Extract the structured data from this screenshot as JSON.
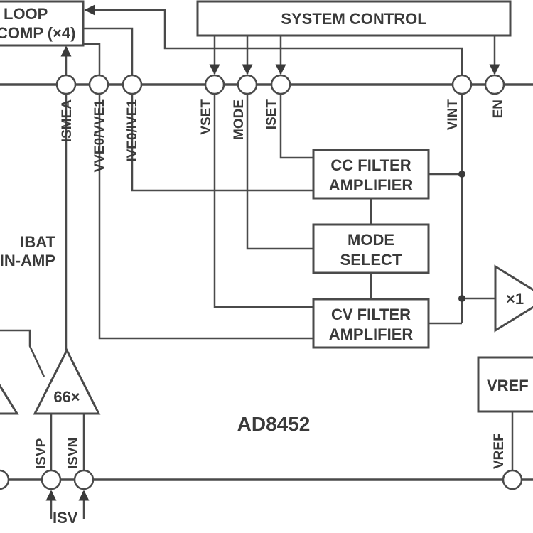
{
  "blocks": {
    "loop_comp": [
      "LOOP",
      "COMP (×4)"
    ],
    "system_control": "SYSTEM CONTROL",
    "cc_filter": [
      "CC FILTER",
      "AMPLIFIER"
    ],
    "mode_select": [
      "MODE",
      "SELECT"
    ],
    "cv_filter": [
      "CV FILTER",
      "AMPLIFIER"
    ],
    "ibat_inamp": [
      "IBAT",
      "IN-AMP"
    ],
    "gain_amp": "66×",
    "buffer": "×1",
    "vref_block": "VREF",
    "chip_name": "AD8452"
  },
  "pins_top": [
    "ISMEA",
    "VVE0/VVE1",
    "IVE0/IVE1",
    "VSET",
    "MODE",
    "ISET",
    "VINT",
    "EN"
  ],
  "pins_bottom": [
    "ISVP",
    "ISVN",
    "VREF"
  ],
  "external_labels": {
    "isv": "ISV"
  },
  "colors": {
    "line": "#4a4a4a",
    "text": "#3a3a3a",
    "background": "#ffffff"
  }
}
